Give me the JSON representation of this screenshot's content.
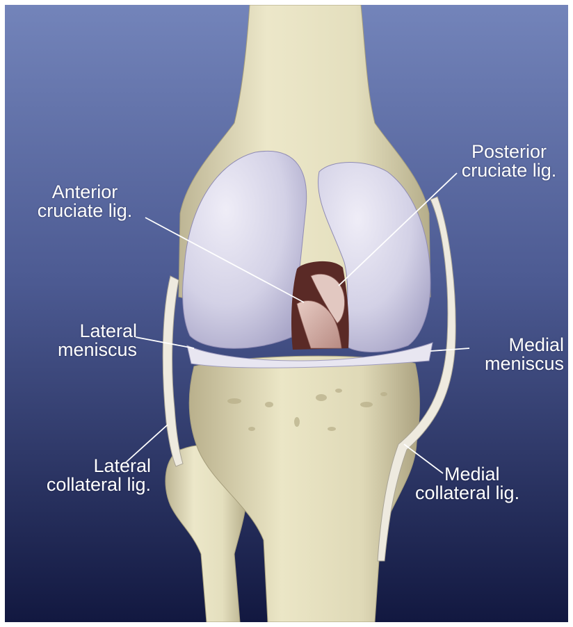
{
  "labels": {
    "posterior_cruciate": {
      "line1": "Posterior",
      "line2": "cruciate lig."
    },
    "anterior_cruciate": {
      "line1": "Anterior",
      "line2": "cruciate lig."
    },
    "lateral_meniscus": {
      "line1": "Lateral",
      "line2": "meniscus"
    },
    "medial_meniscus": {
      "line1": "Medial",
      "line2": "meniscus"
    },
    "lateral_collateral": {
      "line1": "Lateral",
      "line2": "collateral lig."
    },
    "medial_collateral": {
      "line1": "Medial",
      "line2": "collateral lig."
    }
  },
  "colors": {
    "background_top": "#6f7fb4",
    "background_bottom": "#12183f",
    "bone": "#e9e4c4",
    "cartilage": "#d9d7ea",
    "ligament": "#eeeadf",
    "cruciate_ligament": "#d7b2aa",
    "leader_line": "#ffffff"
  }
}
